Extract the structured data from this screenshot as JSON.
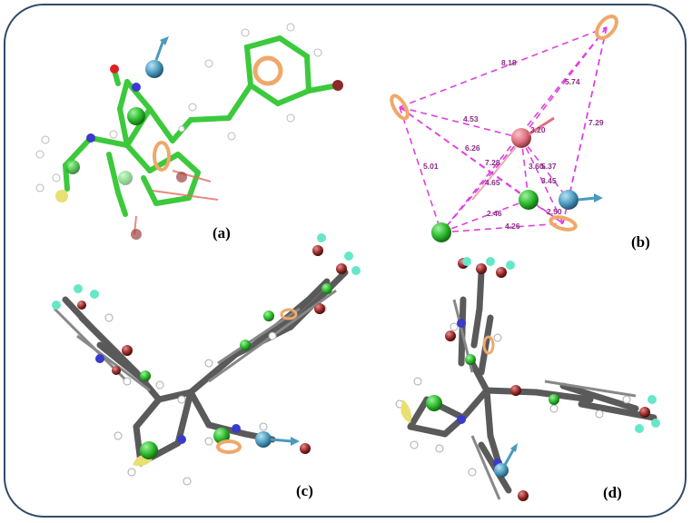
{
  "panels": {
    "a": {
      "label": "(a)"
    },
    "b": {
      "label": "(b)",
      "distances": [
        "8.18",
        "5.74",
        "4.53",
        "7.29",
        "6.26",
        "5.01",
        "7.28",
        "3.60",
        "5.37",
        "4.65",
        "3.45",
        "2.46",
        "2.50",
        "4.26",
        "3.20"
      ]
    },
    "c": {
      "label": "(c)"
    },
    "d": {
      "label": "(d)"
    }
  },
  "colors": {
    "frame": "#33496a",
    "hydrophobic_green": "#3cc93c",
    "ring_orange": "#f0a86a",
    "donor_blue": "#4a9abf",
    "acceptor_pink": "#e07080",
    "distance_line": "#e040e0",
    "distance_text": "#8a2c86",
    "carbon_gray": "#5a5a5a",
    "bromine": "#8b2a2a",
    "sulfur": "#e8e070",
    "nitrogen": "#3a3acc",
    "fluorine": "#66e8c8"
  }
}
